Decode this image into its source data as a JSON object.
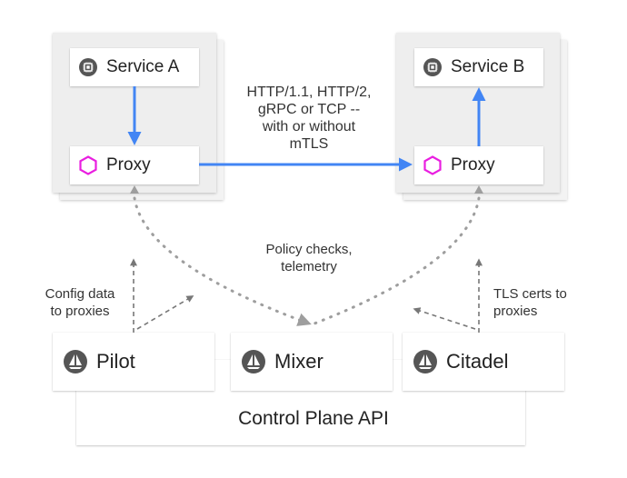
{
  "service_a": {
    "label": "Service A",
    "icon": "chip-icon"
  },
  "service_b": {
    "label": "Service B",
    "icon": "chip-icon"
  },
  "proxy_a": {
    "label": "Proxy",
    "icon": "hexagon-icon"
  },
  "proxy_b": {
    "label": "Proxy",
    "icon": "hexagon-icon"
  },
  "link_label": {
    "lines": [
      "HTTP/1.1, HTTP/2,",
      "gRPC or TCP --",
      "with or without",
      "mTLS"
    ]
  },
  "policy_label": {
    "lines": [
      "Policy checks,",
      "telemetry"
    ]
  },
  "config_label": {
    "lines": [
      "Config data",
      "to proxies"
    ]
  },
  "tls_label": {
    "lines": [
      "TLS certs to",
      "proxies"
    ]
  },
  "pilot": {
    "label": "Pilot",
    "icon": "sail-icon"
  },
  "mixer": {
    "label": "Mixer",
    "icon": "sail-icon"
  },
  "citadel": {
    "label": "Citadel",
    "icon": "sail-icon"
  },
  "control_plane": {
    "label": "Control Plane API"
  },
  "colors": {
    "arrow_blue": "#4285f4",
    "hexagon_magenta": "#e91ee0",
    "dotted_gray": "#9e9e9e",
    "dashed_gray": "#777777",
    "icon_dark": "#555555"
  }
}
